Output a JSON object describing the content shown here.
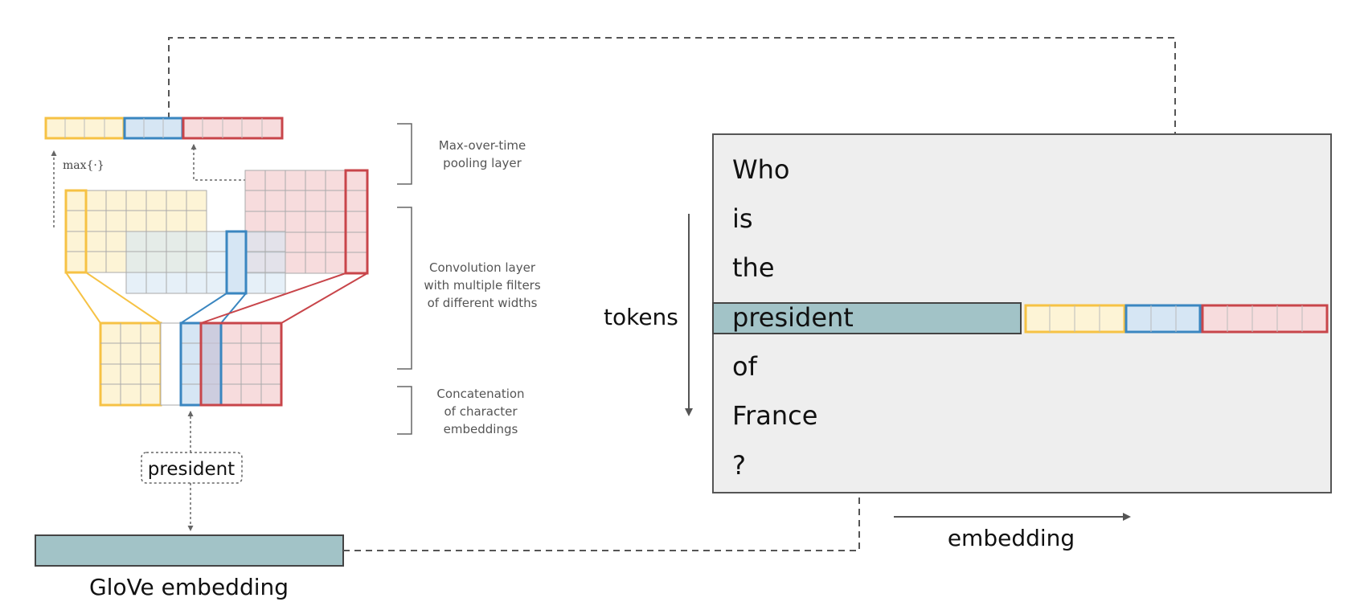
{
  "colors": {
    "yellow_stroke": "#f6c244",
    "yellow_fill": "#fdf4d6",
    "blue_stroke": "#3a86c0",
    "blue_fill": "#d6e6f4",
    "red_stroke": "#c8454a",
    "red_fill": "#f7dcdd",
    "glove_fill": "#a2c3c7",
    "panel_fill": "#eeeeee",
    "grid_line": "#999999",
    "dash_line": "#555555"
  },
  "left": {
    "max_label": "max{·}",
    "pool_label_1": "Max-over-time",
    "pool_label_2": "pooling layer",
    "conv_label_1": "Convolution layer",
    "conv_label_2": "with multiple filters",
    "conv_label_3": "of different widths",
    "concat_label_1": "Concatenation",
    "concat_label_2": "of character",
    "concat_label_3": "embeddings",
    "word_box": "president",
    "glove_label": "GloVe embedding"
  },
  "right": {
    "tokens": [
      "Who",
      "is",
      "the",
      "president",
      "of",
      "France",
      "?"
    ],
    "tokens_axis": "tokens",
    "embedding_axis": "embedding"
  }
}
